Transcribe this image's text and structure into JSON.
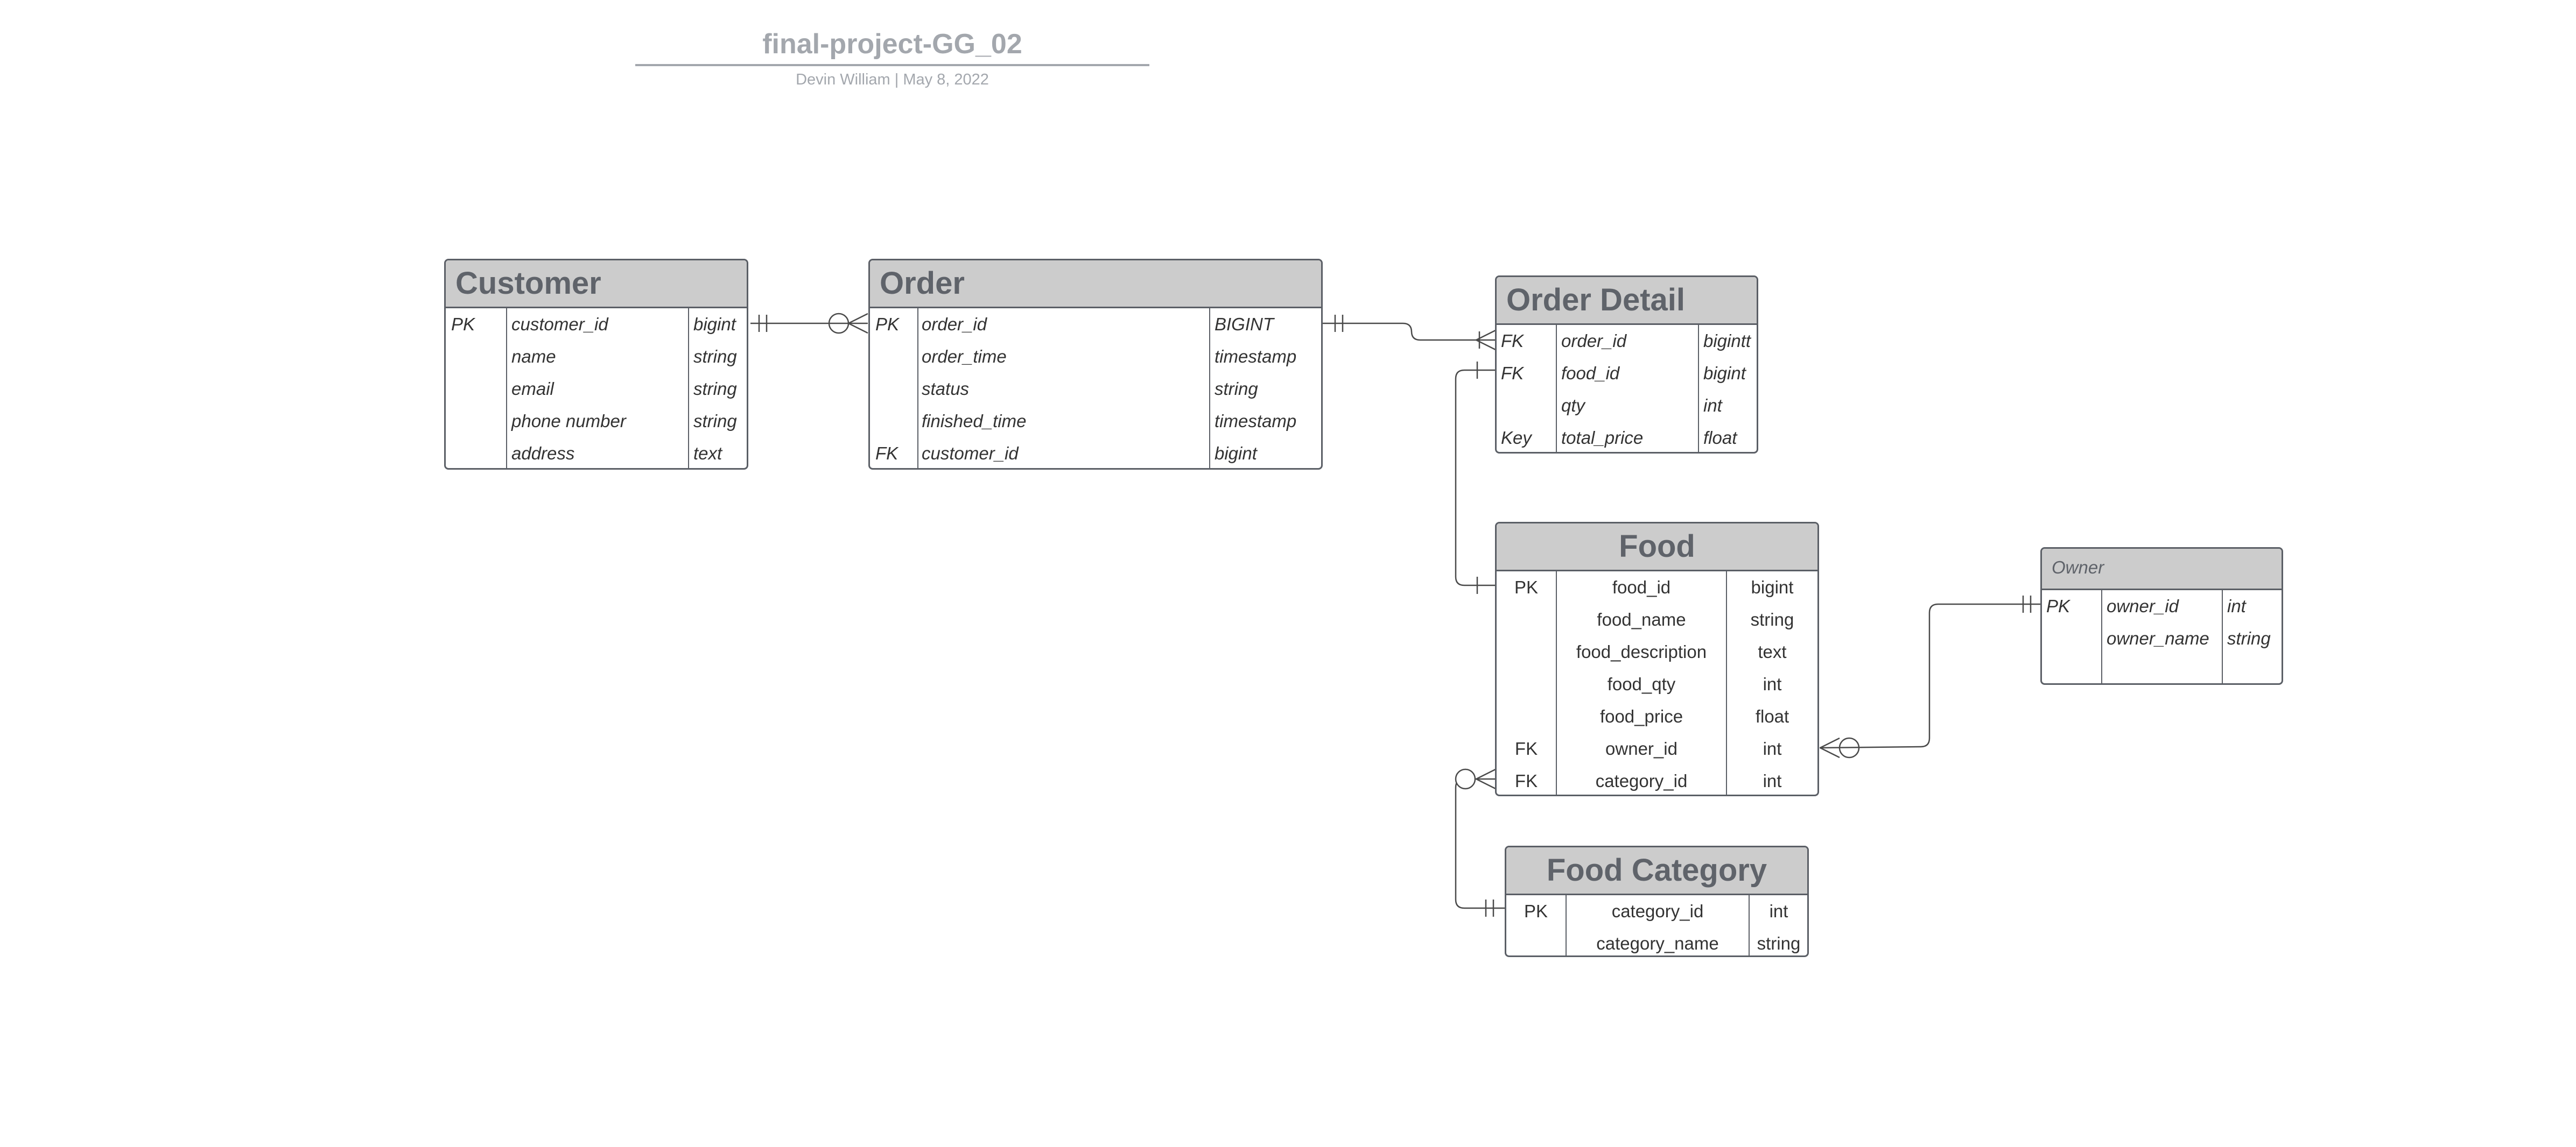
{
  "document": {
    "title": "final-project-GG_02",
    "subtitle": "Devin William  |  May 8, 2022"
  },
  "entities": {
    "customer": {
      "name": "Customer",
      "rows": [
        {
          "key": "PK",
          "field": "customer_id",
          "type": "bigint"
        },
        {
          "key": "",
          "field": "name",
          "type": "string"
        },
        {
          "key": "",
          "field": "email",
          "type": "string"
        },
        {
          "key": "",
          "field": "phone number",
          "type": "string"
        },
        {
          "key": "",
          "field": "address",
          "type": "text"
        }
      ]
    },
    "order": {
      "name": "Order",
      "rows": [
        {
          "key": "PK",
          "field": "order_id",
          "type": "BIGINT"
        },
        {
          "key": "",
          "field": "order_time",
          "type": "timestamp"
        },
        {
          "key": "",
          "field": "status",
          "type": "string"
        },
        {
          "key": "",
          "field": "finished_time",
          "type": "timestamp"
        },
        {
          "key": "FK",
          "field": "customer_id",
          "type": "bigint"
        }
      ]
    },
    "order_detail": {
      "name": "Order Detail",
      "rows": [
        {
          "key": "FK",
          "field": "order_id",
          "type": "bigintt"
        },
        {
          "key": "FK",
          "field": "food_id",
          "type": "bigint"
        },
        {
          "key": "",
          "field": "qty",
          "type": "int"
        },
        {
          "key": "Key",
          "field": "total_price",
          "type": "float"
        }
      ]
    },
    "food": {
      "name": "Food",
      "rows": [
        {
          "key": "PK",
          "field": "food_id",
          "type": "bigint"
        },
        {
          "key": "",
          "field": "food_name",
          "type": "string"
        },
        {
          "key": "",
          "field": "food_description",
          "type": "text"
        },
        {
          "key": "",
          "field": "food_qty",
          "type": "int"
        },
        {
          "key": "",
          "field": "food_price",
          "type": "float"
        },
        {
          "key": "FK",
          "field": "owner_id",
          "type": "int"
        },
        {
          "key": "FK",
          "field": "category_id",
          "type": "int"
        }
      ]
    },
    "owner": {
      "name": "Owner",
      "rows": [
        {
          "key": "PK",
          "field": "owner_id",
          "type": "int"
        },
        {
          "key": "",
          "field": "owner_name",
          "type": "string"
        }
      ]
    },
    "food_category": {
      "name": "Food Category",
      "rows": [
        {
          "key": "PK",
          "field": "category_id",
          "type": "int"
        },
        {
          "key": "",
          "field": "category_name",
          "type": "string"
        }
      ]
    }
  },
  "relationships": [
    {
      "from": "Customer.customer_id",
      "to": "Order.customer_id",
      "from_end": "one-and-only-one",
      "to_end": "zero-or-many"
    },
    {
      "from": "Order.order_id",
      "to": "Order Detail.order_id",
      "from_end": "one-and-only-one",
      "to_end": "one-or-many"
    },
    {
      "from": "Food.food_id",
      "to": "Order Detail.food_id",
      "from_end": "one-and-only-one",
      "to_end": "one-and-only-one"
    },
    {
      "from": "Owner.owner_id",
      "to": "Food.owner_id",
      "from_end": "one-and-only-one",
      "to_end": "zero-or-many"
    },
    {
      "from": "Food Category.category_id",
      "to": "Food.category_id",
      "from_end": "one-and-only-one",
      "to_end": "zero-or-many"
    }
  ]
}
